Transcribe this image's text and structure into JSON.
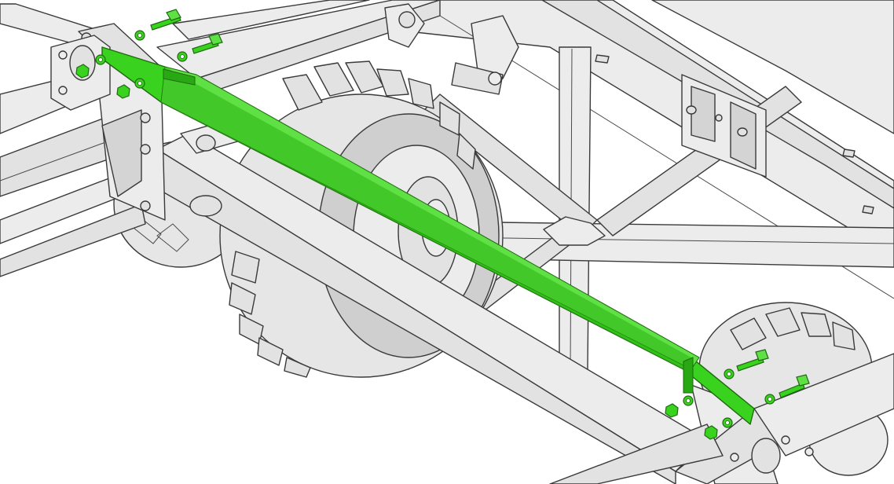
{
  "colors": {
    "background": "#ffffff",
    "frame_steel": "#ececec",
    "outline": "#3a3a3a",
    "highlight_part": "#39d21e",
    "highlight_part_dark": "#1f9a0c"
  },
  "highlighted_parts": [
    "diagonal-brace-bar",
    "mounting-bolts",
    "mounting-washers",
    "mounting-nuts"
  ]
}
